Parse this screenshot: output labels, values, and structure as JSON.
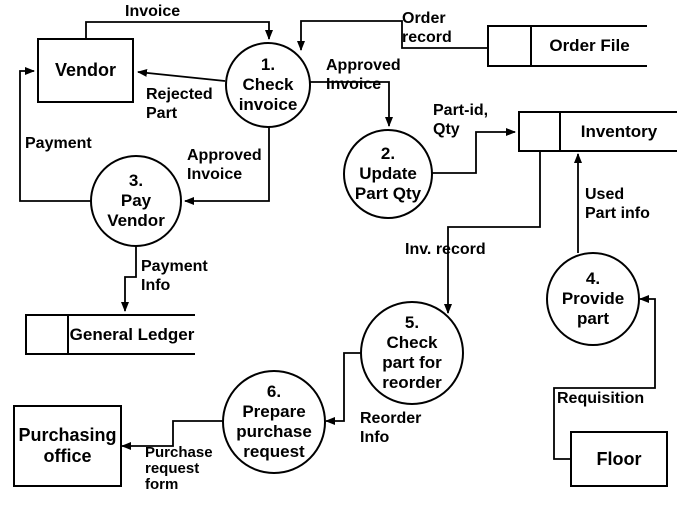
{
  "diagram_type": "data-flow-diagram",
  "colors": {
    "ink": "#000000",
    "paper": "#ffffff"
  },
  "entities": {
    "vendor": {
      "label": "Vendor"
    },
    "purchasing_office": {
      "l1": "Purchasing",
      "l2": "office"
    },
    "floor": {
      "label": "Floor"
    }
  },
  "processes": {
    "p1": {
      "num": "1.",
      "l1": "Check",
      "l2": "invoice"
    },
    "p2": {
      "num": "2.",
      "l1": "Update",
      "l2": "Part Qty"
    },
    "p3": {
      "num": "3.",
      "l1": "Pay",
      "l2": "Vendor"
    },
    "p4": {
      "num": "4.",
      "l1": "Provide",
      "l2": "part"
    },
    "p5": {
      "num": "5.",
      "l1": "Check",
      "l2": "part for",
      "l3": "reorder"
    },
    "p6": {
      "num": "6.",
      "l1": "Prepare",
      "l2": "purchase",
      "l3": "request"
    }
  },
  "data_stores": {
    "order_file": {
      "label": "Order File"
    },
    "inventory": {
      "label": "Inventory"
    },
    "general_ledger": {
      "label": "General Ledger"
    }
  },
  "flows": {
    "invoice": {
      "label": "Invoice",
      "from": "Vendor",
      "to": "1. Check invoice"
    },
    "order_record": {
      "l1": "Order",
      "l2": "record",
      "from": "Order File",
      "to": "1. Check invoice"
    },
    "rejected_part": {
      "l1": "Rejected",
      "l2": "Part",
      "from": "1. Check invoice",
      "to": "Vendor"
    },
    "approved_invoice_to_update": {
      "l1": "Approved",
      "l2": "Invoice",
      "from": "1. Check invoice",
      "to": "2. Update Part Qty"
    },
    "approved_invoice_to_pay": {
      "l1": "Approved",
      "l2": "Invoice",
      "from": "1. Check invoice",
      "to": "3. Pay Vendor"
    },
    "payment": {
      "label": "Payment",
      "from": "3. Pay Vendor",
      "to": "Vendor"
    },
    "payment_info": {
      "l1": "Payment",
      "l2": "Info",
      "from": "3. Pay Vendor",
      "to": "General Ledger"
    },
    "part_id_qty": {
      "l1": "Part-id,",
      "l2": "Qty",
      "from": "2. Update Part Qty",
      "to": "Inventory"
    },
    "used_part_info": {
      "l1": "Used",
      "l2": "Part info",
      "from": "4. Provide part",
      "to": "Inventory"
    },
    "inv_record": {
      "label": "Inv. record",
      "from": "Inventory",
      "to": "5. Check part for reorder"
    },
    "reorder_info": {
      "l1": "Reorder",
      "l2": "Info",
      "from": "5. Check part for reorder",
      "to": "6. Prepare purchase request"
    },
    "requisition": {
      "label": "Requisition",
      "from": "Floor",
      "to": "4. Provide part"
    },
    "purchase_request_form": {
      "l1": "Purchase",
      "l2": "request",
      "l3": "form",
      "from": "6. Prepare purchase request",
      "to": "Purchasing office"
    }
  }
}
